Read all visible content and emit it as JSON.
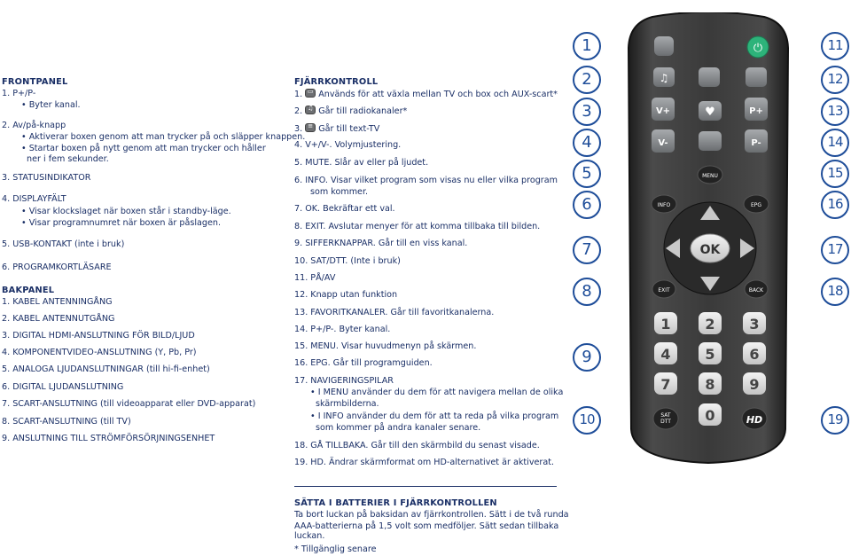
{
  "front_panel": {
    "heading": "FRONTPANEL",
    "item1": "1.  P+/P-",
    "item1_b1": "• Byter kanal.",
    "item2": "2.  Av/på-knapp",
    "item2_b1": "• Aktiverar boxen genom att man trycker på och släpper knappen.",
    "item2_b2a": "• Startar boxen på nytt genom att man trycker och håller",
    "item2_b2b": "ner i fem sekunder.",
    "item3": "3.  STATUSINDIKATOR",
    "item4": "4.  DISPLAYFÄLT",
    "item4_b1": "• Visar klockslaget när boxen står i standby-läge.",
    "item4_b2": "• Visar programnumret när boxen är påslagen.",
    "item5": "5.  USB-KONTAKT (inte i bruk)",
    "item6": "6.  PROGRAMKORTLÄSARE"
  },
  "back_panel": {
    "heading": "BAKPANEL",
    "items": [
      "1.  KABEL ANTENNINGÅNG",
      "2.  KABEL ANTENNUTGÅNG",
      "3.  DIGITAL HDMI-ANSLUTNING FÖR BILD/LJUD",
      "4.  KOMPONENTVIDEO-ANSLUTNING (Y, Pb, Pr)",
      "5.  ANALOGA LJUDANSLUTNINGAR (till hi-fi-enhet)",
      "6.  DIGITAL LJUDANSLUTNING",
      "7.  SCART-ANSLUTNING (till videoapparat eller DVD-apparat)",
      "8.  SCART-ANSLUTNING (till TV)",
      "9.  ANSLUTNING TILL STRÖMFÖRSÖRJNINGSENHET"
    ]
  },
  "remote_control": {
    "heading": "FJÄRRKONTROLL",
    "item1": "Används för att växla mellan TV och box och AUX-scart*",
    "item2": "Går till radiokanaler*",
    "item3": "Går till text-TV",
    "item4": "4.  V+/V-. Volymjustering.",
    "item5": "5.  MUTE. Slår av eller på ljudet.",
    "item6a": "6.  INFO. Visar vilket program som visas nu eller vilka program",
    "item6b": "som kommer.",
    "item7": "7.  OK. Bekräftar ett val.",
    "item8": "8.  EXIT. Avslutar menyer för att komma tillbaka till bilden.",
    "item9": "9.  SIFFERKNAPPAR. Går till en viss kanal.",
    "item10": "10.  SAT/DTT. (Inte i bruk)",
    "item11": "11.  PÅ/AV",
    "item12": "12.  Knapp utan funktion",
    "item13": "13.  FAVORITKANALER. Går till favoritkanalerna.",
    "item14": "14.  P+/P-. Byter kanal.",
    "item15": "15.  MENU. Visar huvudmenyn på skärmen.",
    "item16": "16.  EPG. Går till programguiden.",
    "item17": "17.  NAVIGERINGSPILAR",
    "item17_b1a": "• I MENU använder du dem för att navigera mellan de olika",
    "item17_b1b": "skärmbilderna.",
    "item17_b2a": "• I INFO använder du dem för att ta reda på vilka program",
    "item17_b2b": "som kommer på andra kanaler senare.",
    "item18": "18.  GÅ TILLBAKA. Går till den skärmbild du senast visade.",
    "item19": "19.  HD. Ändrar skärmformat om HD-alternativet är aktiverat.",
    "num1": "1.",
    "num2": "2.",
    "num3": "3."
  },
  "batteries": {
    "heading": "SÄTTA I BATTERIER I FJÄRRKONTROLLEN",
    "line1": "Ta bort luckan på baksidan av fjärrkontrollen. Sätt i de två runda",
    "line2": "AAA-batterierna på 1,5 volt som medföljer. Sätt sedan tillbaka luckan."
  },
  "footnote": "* Tillgänglig senare",
  "remote_labels": {
    "menu": "MENU",
    "info": "INFO",
    "epg": "EPG",
    "ok": "OK",
    "exit": "EXIT",
    "back": "BACK",
    "sat": "SAT",
    "dtt": "DTT",
    "hd": "HD",
    "vplus": "V+",
    "vminus": "V-",
    "pplus": "P+",
    "pminus": "P-",
    "digits": [
      "1",
      "2",
      "3",
      "4",
      "5",
      "6",
      "7",
      "8",
      "9",
      "0"
    ]
  },
  "callouts": [
    "1",
    "2",
    "3",
    "4",
    "5",
    "6",
    "7",
    "8",
    "9",
    "10",
    "11",
    "12",
    "13",
    "14",
    "15",
    "16",
    "17",
    "18",
    "19"
  ],
  "colors": {
    "text": "#1a2f66",
    "callout": "#1e4d99",
    "power": "#2db37a"
  }
}
